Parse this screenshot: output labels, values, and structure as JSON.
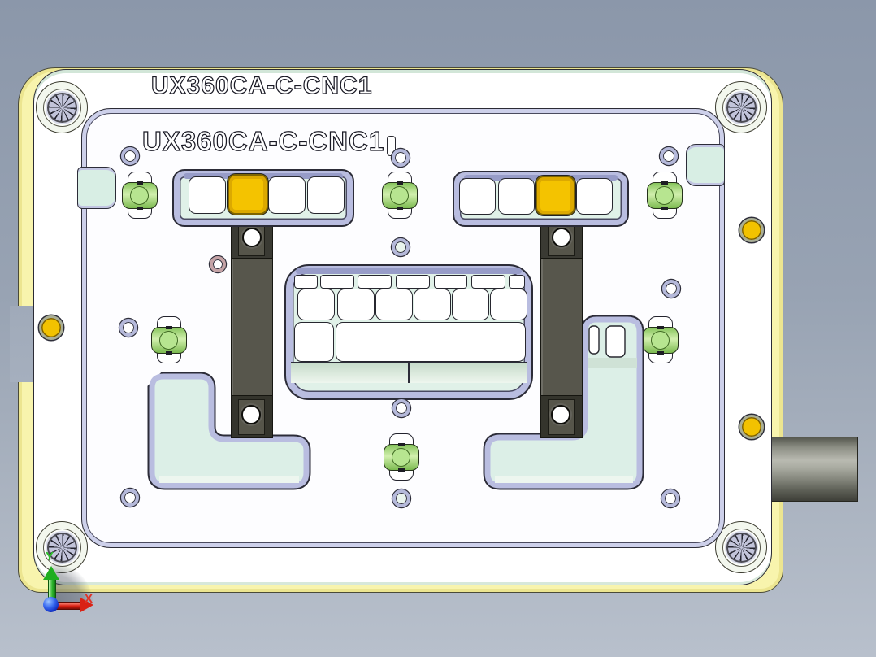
{
  "viewport": {
    "description": "CAD 3D viewport showing CNC fixture plate",
    "part_top_label": "UX360CA-C-CNC1",
    "part_fixture_label": "UX360CA-C-CNC1"
  },
  "origin_triad": {
    "x_label": "X",
    "y_label": "Y"
  },
  "colors": {
    "background_top": "#8b97aa",
    "background_bottom": "#b8c0cc",
    "base_plate_yellow": "#f8f4ad",
    "top_plate_white": "#ffffff",
    "pocket_fill_mint": "#dcefe7",
    "pocket_border_lavender": "#b9bde0",
    "clamp_green": "#8cc95e",
    "locating_button_yellow": "#f4c300",
    "clamp_bar_dark": "#3a3a33",
    "axis_x_red": "#d92215",
    "axis_y_green": "#1fae1f",
    "origin_blue": "#1d3ecf"
  }
}
